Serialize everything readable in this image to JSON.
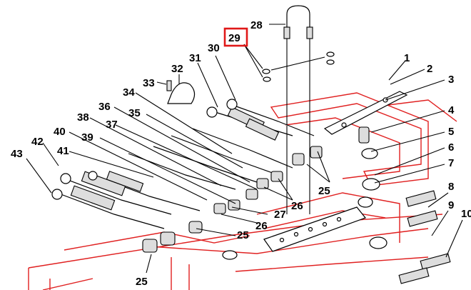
{
  "callouts": {
    "c1": "1",
    "c2": "2",
    "c3": "3",
    "c4": "4",
    "c5": "5",
    "c6": "6",
    "c7": "7",
    "c8": "8",
    "c9": "9",
    "c10": "10",
    "c25a": "25",
    "c25b": "25",
    "c25c": "25",
    "c26a": "26",
    "c26b": "26",
    "c27": "27",
    "c28": "28",
    "c29": "29",
    "c30": "30",
    "c31": "31",
    "c32": "32",
    "c33": "33",
    "c34": "34",
    "c35": "35",
    "c36": "36",
    "c37": "37",
    "c38": "38",
    "c39": "39",
    "c40": "40",
    "c41": "41",
    "c42": "42",
    "c43": "43"
  },
  "highlighted_callout": "29",
  "colors": {
    "frame": "#e02020",
    "highlight": "#e01818",
    "ink": "#000000"
  }
}
